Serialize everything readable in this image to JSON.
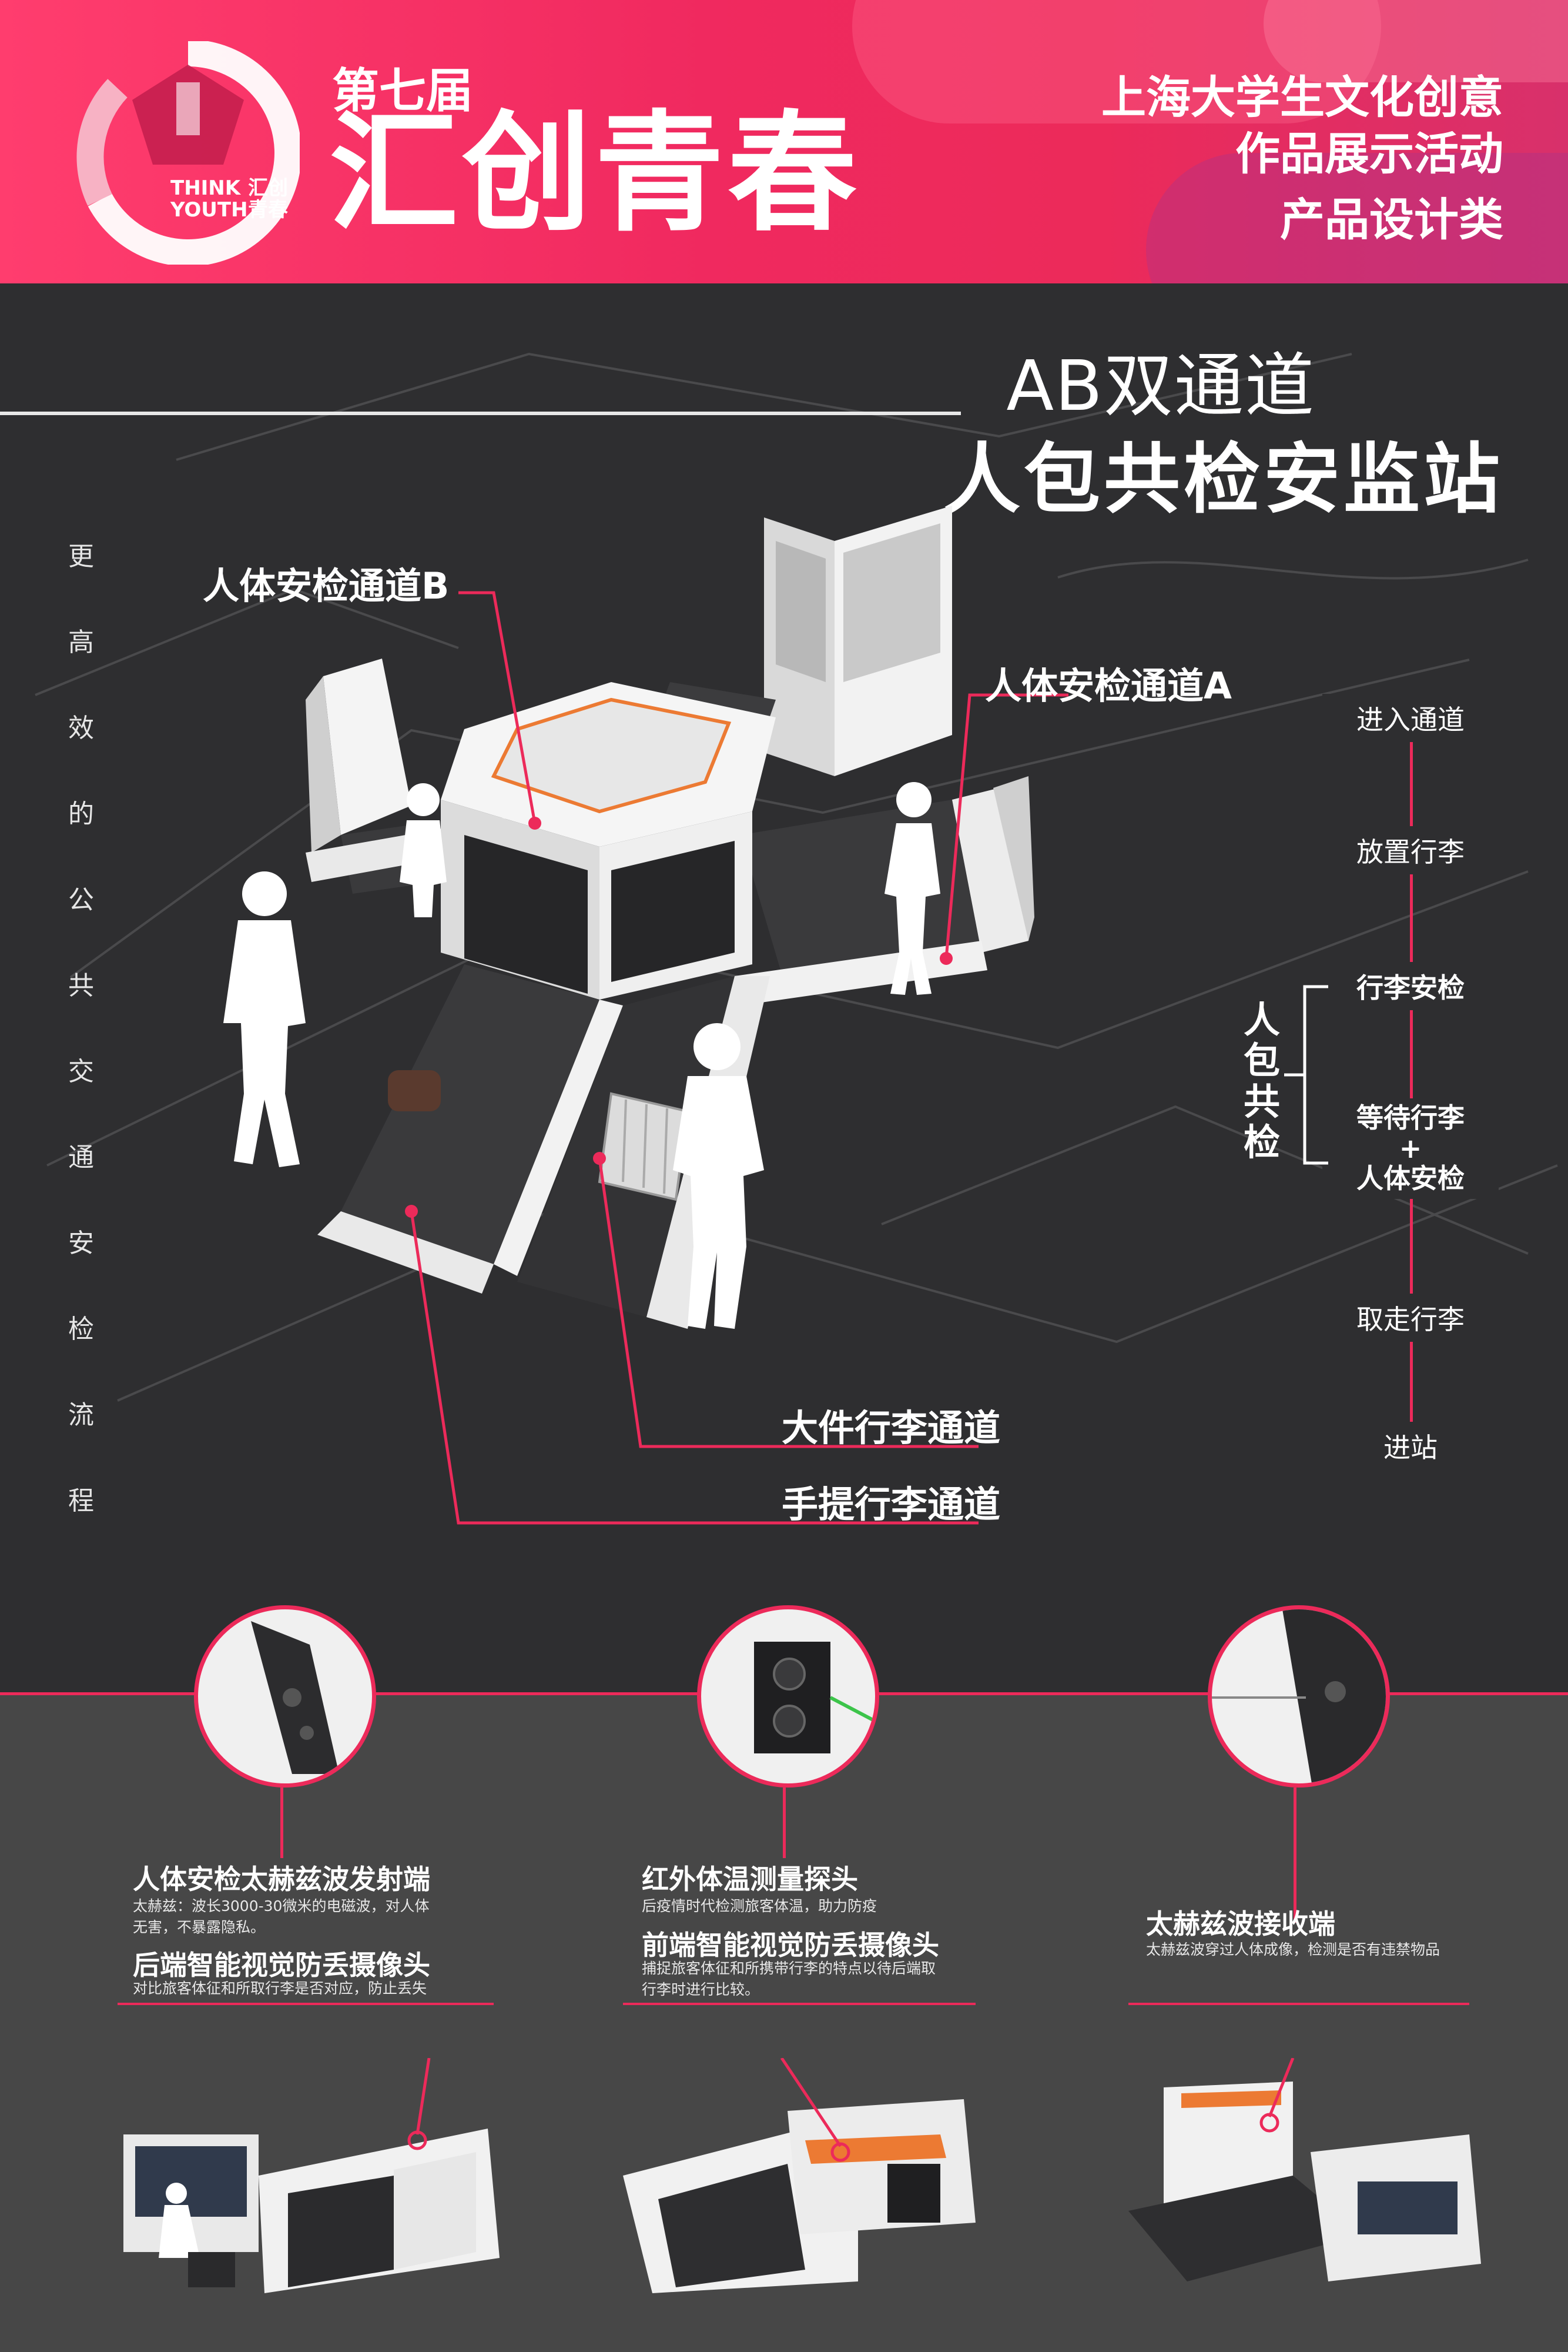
{
  "header": {
    "logo_text_en_1": "THINK",
    "logo_text_en_2": "YOUTH",
    "logo_text_cn_1": "汇创",
    "logo_text_cn_2": "青春",
    "edition": "第七届",
    "title": "汇创青春",
    "event_line_1": "上海大学生文化创意",
    "event_line_2": "作品展示活动",
    "event_line_3": "产品设计类"
  },
  "product": {
    "subtitle": "AB双通道",
    "title": "人包共检安监站"
  },
  "slogan": [
    "更",
    "高",
    "效",
    "的",
    "公",
    "共",
    "交",
    "通",
    "安",
    "检",
    "流",
    "程"
  ],
  "callouts": {
    "channel_b": "人体安检通道B",
    "channel_a": "人体安检通道A",
    "large_luggage": "大件行李通道",
    "hand_luggage": "手提行李通道"
  },
  "flow": {
    "step1": "进入通道",
    "step2": "放置行李",
    "step3": "行李安检",
    "step4a": "等待行李",
    "step4b": "+",
    "step4c": "人体安检",
    "step5": "取走行李",
    "step6": "进站",
    "bracket_label": [
      "人",
      "包",
      "共",
      "检"
    ]
  },
  "features": {
    "f1_title": "人体安检太赫兹波发射端",
    "f1_desc_1": "太赫兹：波长3000-30微米的电磁波，对人体",
    "f1_desc_2": "无害，不暴露隐私。",
    "f2_title": "后端智能视觉防丢摄像头",
    "f2_desc": "对比旅客体征和所取行李是否对应，防止丢失",
    "f3_title": "红外体温测量探头",
    "f3_desc": "后疫情时代检测旅客体温，助力防疫",
    "f4_title": "前端智能视觉防丢摄像头",
    "f4_desc_1": "捕捉旅客体征和所携带行李的特点以待后端取",
    "f4_desc_2": "行李时进行比较。",
    "f5_title": "太赫兹波接收端",
    "f5_desc": "太赫兹波穿过人体成像，检测是否有违禁物品"
  },
  "colors": {
    "accent": "#ec2a5a",
    "background": "#2e2e30",
    "banner_start": "#ff3d6e"
  },
  "icons": [
    "logo-ring-icon",
    "person-silhouette-icon",
    "suitcase-icon",
    "camera-icon"
  ]
}
